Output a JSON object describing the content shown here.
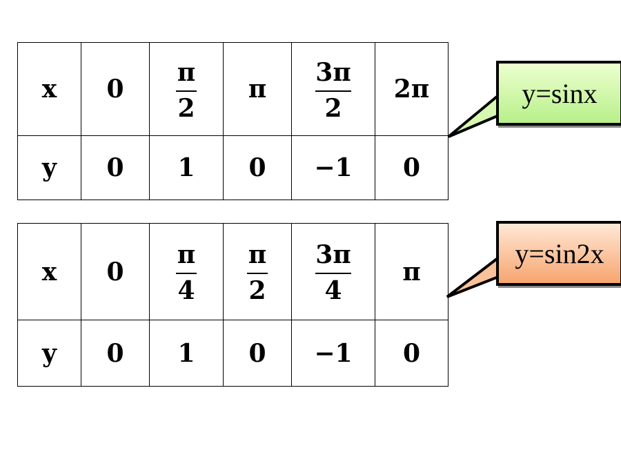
{
  "table1": {
    "x_label": "x",
    "y_label": "y",
    "x_values": [
      {
        "text": "0"
      },
      {
        "num": "π",
        "den": "2"
      },
      {
        "text": "π"
      },
      {
        "num": "3π",
        "den": "2"
      },
      {
        "text": "2π"
      }
    ],
    "y_values": [
      "0",
      "1",
      "0",
      "−1",
      "0"
    ]
  },
  "table2": {
    "x_label": "x",
    "y_label": "y",
    "x_values": [
      {
        "text": "0"
      },
      {
        "num": "π",
        "den": "4"
      },
      {
        "num": "π",
        "den": "2"
      },
      {
        "num": "3π",
        "den": "4"
      },
      {
        "text": "π"
      }
    ],
    "y_values": [
      "0",
      "1",
      "0",
      "−1",
      "0"
    ]
  },
  "callouts": {
    "first": {
      "label": "y=sinx",
      "fill": "#c9f5a0"
    },
    "second": {
      "label": "y=sin2x",
      "fill": "#f9b98a"
    }
  }
}
